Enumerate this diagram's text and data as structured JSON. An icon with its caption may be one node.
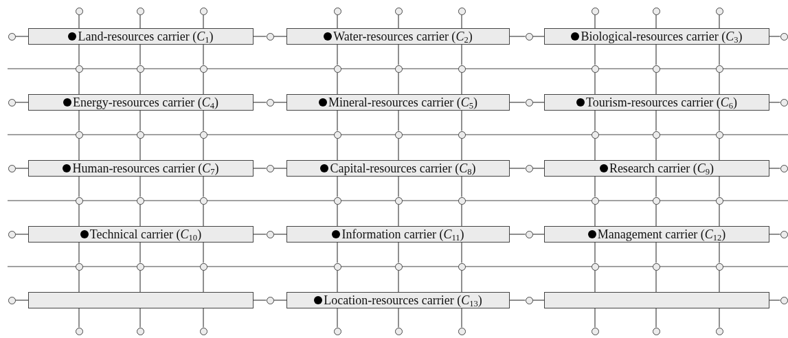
{
  "diagram": {
    "nodes": [
      {
        "text": [
          "Land-resources carrier (*C*$_{1}$)"
        ]
      },
      {
        "text": [
          "Water-resources carrier (*C*$_{2}$)"
        ]
      },
      {
        "text": [
          "Biological-resources carrier (*C*$_{3}$)"
        ]
      },
      {
        "text": [
          "Energy-resources carrier (*C*$_{4}$)"
        ]
      },
      {
        "text": [
          "Mineral-resources carrier (*C*$_{5}$)"
        ]
      },
      {
        "text": [
          "Tourism-resources carrier (*C*$_{6}$)"
        ]
      },
      {
        "text": [
          "Human-resources carrier (*C*$_{7}$)"
        ]
      },
      {
        "text": [
          "Capital-resources carrier (*C*$_{8}$)"
        ]
      },
      {
        "text": [
          "Research carrier (*C*$_{9}$)"
        ]
      },
      {
        "text": [
          "Technical carrier (*C*$_{10}$)"
        ]
      },
      {
        "text": [
          "Information carrier (*C*$_{11}$)"
        ]
      },
      {
        "text": [
          "Management carrier (*C*$_{12}$)"
        ]
      },
      {
        "text": [],
        "shape": "box"
      },
      {
        "text": [
          "Location-resources carrier (*C*$_{13}$)"
        ]
      },
      {
        "text": [],
        "shape": "box"
      },
      {
        "text": [],
        "shape": "circle"
      },
      {
        "text": [],
        "shape": "circle"
      },
      {
        "text": [],
        "shape": "circle"
      },
      {
        "text": [],
        "shape": "circle"
      },
      {
        "text": [],
        "shape": "circle"
      },
      {
        "text": [],
        "shape": "circle"
      },
      {
        "text": [],
        "shape": "circle"
      },
      {
        "text": [],
        "shape": "circle"
      },
      {
        "text": [],
        "shape": "circle"
      },
      {
        "text": [],
        "shape": "circle"
      },
      {
        "text": [],
        "shape": "circle"
      },
      {
        "text": [],
        "shape": "circle"
      },
      {
        "text": [],
        "shape": "circle"
      },
      {
        "text": [],
        "shape": "circle"
      },
      {
        "text": [],
        "shape": "circle"
      },
      {
        "text": [],
        "shape": "circle"
      },
      {
        "text": [],
        "shape": "circle"
      },
      {
        "text": [],
        "shape": "circle"
      },
      {
        "text": [],
        "shape": "circle"
      },
      {
        "text": [],
        "shape": "circle"
      },
      {
        "text": [],
        "shape": "circle"
      },
      {
        "text": [],
        "shape": "circle"
      },
      {
        "text": [],
        "shape": "circle"
      },
      {
        "text": [],
        "shape": "circle"
      },
      {
        "text": [],
        "shape": "circle"
      },
      {
        "text": [],
        "shape": "circle"
      },
      {
        "text": [],
        "shape": "circle"
      },
      {
        "text": [],
        "shape": "circle"
      },
      {
        "text": [],
        "shape": "circle"
      },
      {
        "text": [],
        "shape": "circle"
      },
      {
        "text": [],
        "shape": "circle"
      },
      {
        "text": [],
        "shape": "circle"
      },
      {
        "text": [],
        "shape": "circle"
      },
      {
        "text": [],
        "shape": "circle"
      },
      {
        "text": [],
        "shape": "circle"
      },
      {
        "text": [],
        "shape": "circle"
      },
      {
        "text": [],
        "shape": "circle"
      },
      {
        "text": [],
        "shape": "circle"
      },
      {
        "text": [],
        "shape": "circle"
      },
      {
        "text": [],
        "shape": "circle"
      },
      {
        "text": [],
        "shape": "circle"
      },
      {
        "text": [],
        "shape": "circle"
      },
      {
        "text": [],
        "shape": "circle"
      },
      {
        "text": [],
        "shape": "circle"
      },
      {
        "text": [],
        "shape": "circle"
      },
      {
        "text": [],
        "shape": "circle"
      },
      {
        "text": [],
        "shape": "circle"
      },
      {
        "text": [],
        "shape": "circle"
      },
      {
        "text": [],
        "shape": "circle"
      },
      {
        "text": [],
        "shape": "circle"
      },
      {
        "text": [],
        "shape": "circle"
      },
      {
        "text": [],
        "shape": "circle"
      },
      {
        "text": [],
        "shape": "circle"
      },
      {
        "text": [],
        "shape": "circle"
      },
      {
        "text": [],
        "shape": "circle"
      },
      {
        "text": [],
        "shape": "circle"
      },
      {
        "text": [],
        "shape": "circle"
      },
      {
        "text": [],
        "shape": "circle"
      },
      {
        "text": [],
        "shape": "circle"
      },
      {
        "text": [],
        "shape": "circle"
      },
      {
        "text": [],
        "shape": "circle"
      },
      {
        "text": [],
        "shape": "circle"
      },
      {
        "text": [],
        "shape": "circle"
      },
      {
        "text": [],
        "shape": "circle"
      },
      {
        "text": [],
        "shape": "circle"
      },
      {
        "text": [],
        "shape": "circle"
      },
      {
        "text": [],
        "shape": "circle"
      },
      {
        "text": [],
        "shape": "circle"
      },
      {
        "text": [],
        "shape": "circle"
      },
      {
        "text": [],
        "shape": "circle"
      },
      {
        "text": [],
        "shape": "circle"
      },
      {
        "text": [],
        "shape": "circle"
      },
      {
        "text": [],
        "shape": "circle"
      },
      {
        "text": [],
        "shape": "circle"
      }
    ],
    "edges": [
      {
        "from": 15,
        "to": 0,
        "arrow": "none"
      },
      {
        "from": 16,
        "to": 0,
        "arrow": "none"
      },
      {
        "from": 17,
        "to": 0,
        "arrow": "none"
      },
      {
        "from": 18,
        "to": 1,
        "arrow": "none"
      },
      {
        "from": 19,
        "to": 1,
        "arrow": "none"
      },
      {
        "from": 20,
        "to": 1,
        "arrow": "none"
      },
      {
        "from": 21,
        "to": 2,
        "arrow": "none"
      },
      {
        "from": 22,
        "to": 2,
        "arrow": "none"
      },
      {
        "from": 23,
        "to": 2,
        "arrow": "none"
      },
      {
        "from": 0,
        "to": 28,
        "arrow": "none"
      },
      {
        "from": 0,
        "to": 29,
        "arrow": "none"
      },
      {
        "from": 0,
        "to": 30,
        "arrow": "none"
      },
      {
        "from": 1,
        "to": 31,
        "arrow": "none"
      },
      {
        "from": 1,
        "to": 32,
        "arrow": "none"
      },
      {
        "from": 1,
        "to": 33,
        "arrow": "none"
      },
      {
        "from": 2,
        "to": 34,
        "arrow": "none"
      },
      {
        "from": 2,
        "to": 35,
        "arrow": "none"
      },
      {
        "from": 2,
        "to": 36,
        "arrow": "none"
      },
      {
        "from": 24,
        "to": 0,
        "arrow": "none"
      },
      {
        "from": 0,
        "to": 25,
        "arrow": "none"
      },
      {
        "from": 25,
        "to": 1,
        "arrow": "none"
      },
      {
        "from": 1,
        "to": 26,
        "arrow": "none"
      },
      {
        "from": 26,
        "to": 2,
        "arrow": "none"
      },
      {
        "from": 2,
        "to": 27,
        "arrow": "none"
      },
      {
        "from": 28,
        "to": 3,
        "arrow": "none"
      },
      {
        "from": 29,
        "to": 3,
        "arrow": "none"
      },
      {
        "from": 30,
        "to": 3,
        "arrow": "none"
      },
      {
        "from": 31,
        "to": 4,
        "arrow": "none"
      },
      {
        "from": 32,
        "to": 4,
        "arrow": "none"
      },
      {
        "from": 33,
        "to": 4,
        "arrow": "none"
      },
      {
        "from": 34,
        "to": 5,
        "arrow": "none"
      },
      {
        "from": 35,
        "to": 5,
        "arrow": "none"
      },
      {
        "from": 36,
        "to": 5,
        "arrow": "none"
      },
      {
        "from": 3,
        "to": 41,
        "arrow": "none"
      },
      {
        "from": 3,
        "to": 42,
        "arrow": "none"
      },
      {
        "from": 3,
        "to": 43,
        "arrow": "none"
      },
      {
        "from": 4,
        "to": 44,
        "arrow": "none"
      },
      {
        "from": 4,
        "to": 45,
        "arrow": "none"
      },
      {
        "from": 4,
        "to": 46,
        "arrow": "none"
      },
      {
        "from": 5,
        "to": 47,
        "arrow": "none"
      },
      {
        "from": 5,
        "to": 48,
        "arrow": "none"
      },
      {
        "from": 5,
        "to": 49,
        "arrow": "none"
      },
      {
        "from": 37,
        "to": 3,
        "arrow": "none"
      },
      {
        "from": 3,
        "to": 38,
        "arrow": "none"
      },
      {
        "from": 38,
        "to": 4,
        "arrow": "none"
      },
      {
        "from": 4,
        "to": 39,
        "arrow": "none"
      },
      {
        "from": 39,
        "to": 5,
        "arrow": "none"
      },
      {
        "from": 5,
        "to": 40,
        "arrow": "none"
      },
      {
        "from": 41,
        "to": 6,
        "arrow": "none"
      },
      {
        "from": 42,
        "to": 6,
        "arrow": "none"
      },
      {
        "from": 43,
        "to": 6,
        "arrow": "none"
      },
      {
        "from": 44,
        "to": 7,
        "arrow": "none"
      },
      {
        "from": 45,
        "to": 7,
        "arrow": "none"
      },
      {
        "from": 46,
        "to": 7,
        "arrow": "none"
      },
      {
        "from": 47,
        "to": 8,
        "arrow": "none"
      },
      {
        "from": 48,
        "to": 8,
        "arrow": "none"
      },
      {
        "from": 49,
        "to": 8,
        "arrow": "none"
      },
      {
        "from": 6,
        "to": 54,
        "arrow": "none"
      },
      {
        "from": 6,
        "to": 55,
        "arrow": "none"
      },
      {
        "from": 6,
        "to": 56,
        "arrow": "none"
      },
      {
        "from": 7,
        "to": 57,
        "arrow": "none"
      },
      {
        "from": 7,
        "to": 58,
        "arrow": "none"
      },
      {
        "from": 7,
        "to": 59,
        "arrow": "none"
      },
      {
        "from": 8,
        "to": 60,
        "arrow": "none"
      },
      {
        "from": 8,
        "to": 61,
        "arrow": "none"
      },
      {
        "from": 8,
        "to": 62,
        "arrow": "none"
      },
      {
        "from": 50,
        "to": 6,
        "arrow": "none"
      },
      {
        "from": 6,
        "to": 51,
        "arrow": "none"
      },
      {
        "from": 51,
        "to": 7,
        "arrow": "none"
      },
      {
        "from": 7,
        "to": 52,
        "arrow": "none"
      },
      {
        "from": 52,
        "to": 8,
        "arrow": "none"
      },
      {
        "from": 8,
        "to": 53,
        "arrow": "none"
      },
      {
        "from": 54,
        "to": 9,
        "arrow": "none"
      },
      {
        "from": 55,
        "to": 9,
        "arrow": "none"
      },
      {
        "from": 56,
        "to": 9,
        "arrow": "none"
      },
      {
        "from": 57,
        "to": 10,
        "arrow": "none"
      },
      {
        "from": 58,
        "to": 10,
        "arrow": "none"
      },
      {
        "from": 59,
        "to": 10,
        "arrow": "none"
      },
      {
        "from": 60,
        "to": 11,
        "arrow": "none"
      },
      {
        "from": 61,
        "to": 11,
        "arrow": "none"
      },
      {
        "from": 62,
        "to": 11,
        "arrow": "none"
      },
      {
        "from": 9,
        "to": 67,
        "arrow": "none"
      },
      {
        "from": 9,
        "to": 68,
        "arrow": "none"
      },
      {
        "from": 9,
        "to": 69,
        "arrow": "none"
      },
      {
        "from": 10,
        "to": 70,
        "arrow": "none"
      },
      {
        "from": 10,
        "to": 71,
        "arrow": "none"
      },
      {
        "from": 10,
        "to": 72,
        "arrow": "none"
      },
      {
        "from": 11,
        "to": 73,
        "arrow": "none"
      },
      {
        "from": 11,
        "to": 74,
        "arrow": "none"
      },
      {
        "from": 11,
        "to": 75,
        "arrow": "none"
      },
      {
        "from": 63,
        "to": 9,
        "arrow": "none"
      },
      {
        "from": 9,
        "to": 64,
        "arrow": "none"
      },
      {
        "from": 64,
        "to": 10,
        "arrow": "none"
      },
      {
        "from": 10,
        "to": 65,
        "arrow": "none"
      },
      {
        "from": 65,
        "to": 11,
        "arrow": "none"
      },
      {
        "from": 11,
        "to": 66,
        "arrow": "none"
      },
      {
        "from": 67,
        "to": 12,
        "arrow": "none"
      },
      {
        "from": 68,
        "to": 12,
        "arrow": "none"
      },
      {
        "from": 69,
        "to": 12,
        "arrow": "none"
      },
      {
        "from": 70,
        "to": 13,
        "arrow": "none"
      },
      {
        "from": 71,
        "to": 13,
        "arrow": "none"
      },
      {
        "from": 72,
        "to": 13,
        "arrow": "none"
      },
      {
        "from": 73,
        "to": 14,
        "arrow": "none"
      },
      {
        "from": 74,
        "to": 14,
        "arrow": "none"
      },
      {
        "from": 75,
        "to": 14,
        "arrow": "none"
      },
      {
        "from": 12,
        "to": 80,
        "arrow": "none"
      },
      {
        "from": 12,
        "to": 81,
        "arrow": "none"
      },
      {
        "from": 12,
        "to": 82,
        "arrow": "none"
      },
      {
        "from": 13,
        "to": 83,
        "arrow": "none"
      },
      {
        "from": 13,
        "to": 84,
        "arrow": "none"
      },
      {
        "from": 13,
        "to": 85,
        "arrow": "none"
      },
      {
        "from": 14,
        "to": 86,
        "arrow": "none"
      },
      {
        "from": 14,
        "to": 87,
        "arrow": "none"
      },
      {
        "from": 14,
        "to": 88,
        "arrow": "none"
      },
      {
        "from": 76,
        "to": 12,
        "arrow": "none"
      },
      {
        "from": 12,
        "to": 77,
        "arrow": "none"
      },
      {
        "from": 77,
        "to": 13,
        "arrow": "none"
      },
      {
        "from": 13,
        "to": 78,
        "arrow": "none"
      },
      {
        "from": 78,
        "to": 14,
        "arrow": "none"
      },
      {
        "from": 14,
        "to": 79,
        "arrow": "none"
      }
    ]
  }
}
